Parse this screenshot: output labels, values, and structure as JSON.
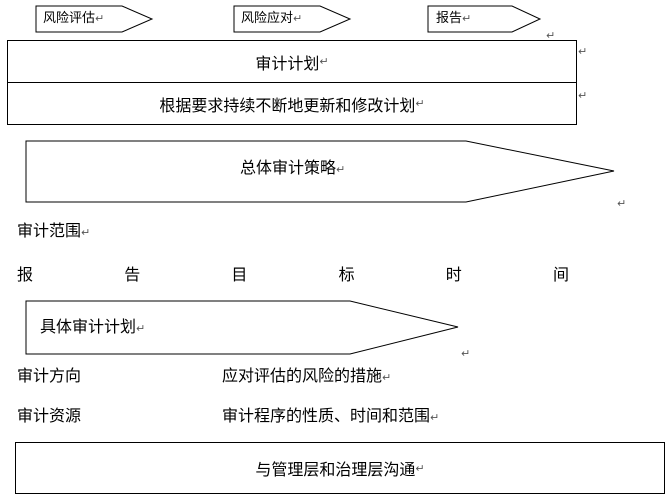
{
  "top_arrows": [
    "风险评估",
    "风险应对",
    "报告"
  ],
  "plan_box": {
    "title": "审计计划",
    "subtitle": "根据要求持续不断地更新和修改计划"
  },
  "overall_strategy": "总体审计策略",
  "audit_scope": {
    "label": "审计范围",
    "items": [
      "报",
      "告",
      "目",
      "标",
      "时",
      "间"
    ]
  },
  "specific_plan": "具体审计计划",
  "details": [
    {
      "left": "审计方向",
      "right": "应对评估的风险的措施"
    },
    {
      "left": "审计资源",
      "right": "审计程序的性质、时间和范围"
    }
  ],
  "communication": "与管理层和治理层沟通",
  "marks": {
    "return": "↵"
  }
}
